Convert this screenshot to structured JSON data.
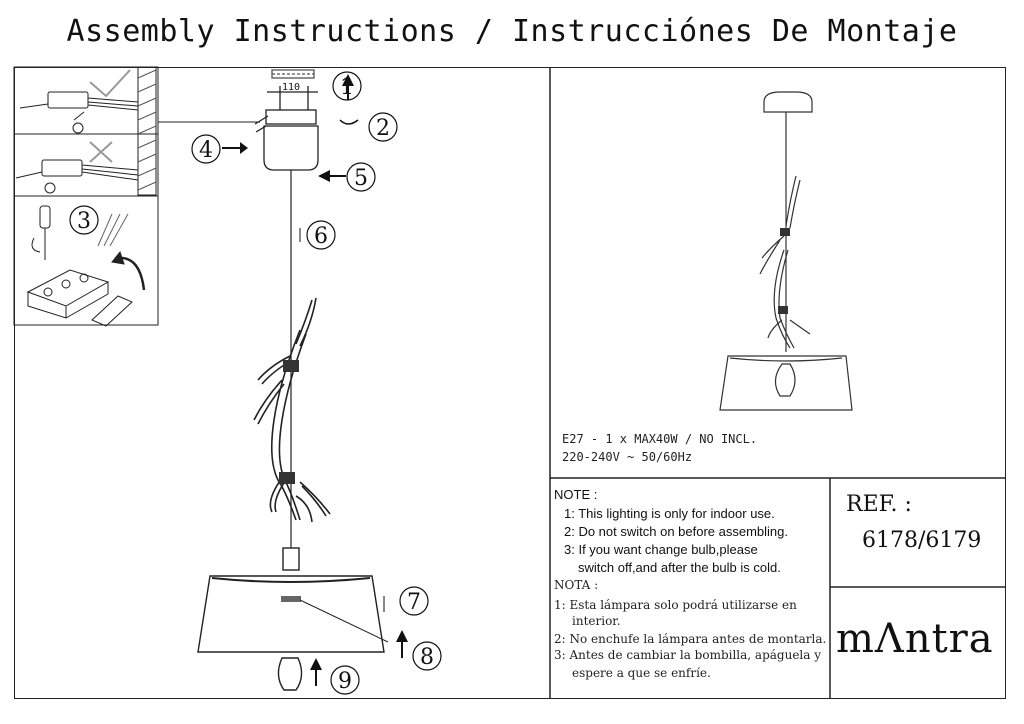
{
  "title": "Assembly Instructions / Instrucciónes De Montaje",
  "steps": [
    "1",
    "2",
    "3",
    "4",
    "5",
    "6",
    "7",
    "8",
    "9"
  ],
  "dimension": "110",
  "spec": {
    "line1": "E27 - 1 x MAX40W / NO INCL.",
    "line2": "220-240V ~ 50/60Hz"
  },
  "note": {
    "heading": "NOTE :",
    "items": [
      "1: This lighting is only for indoor use.",
      "2: Do not switch on before assembling.",
      "3: If you want change bulb,please",
      "switch off,and after the bulb is cold."
    ]
  },
  "nota": {
    "heading": "NOTA :",
    "items": [
      "1: Esta lámpara solo podrá utilizarse en",
      "interior.",
      "2: No enchufe la lámpara antes de montarla.",
      "3: Antes de cambiar la bombilla, apáguela y",
      "espere a que se enfríe."
    ]
  },
  "ref": {
    "label": "REF. :",
    "value": "6178/6179"
  },
  "brand": "mΛntra",
  "icons": [
    "check-icon",
    "cross-icon",
    "screwdriver-icon",
    "rotate-arrow-icon",
    "up-arrow-icon",
    "left-arrow-icon"
  ]
}
